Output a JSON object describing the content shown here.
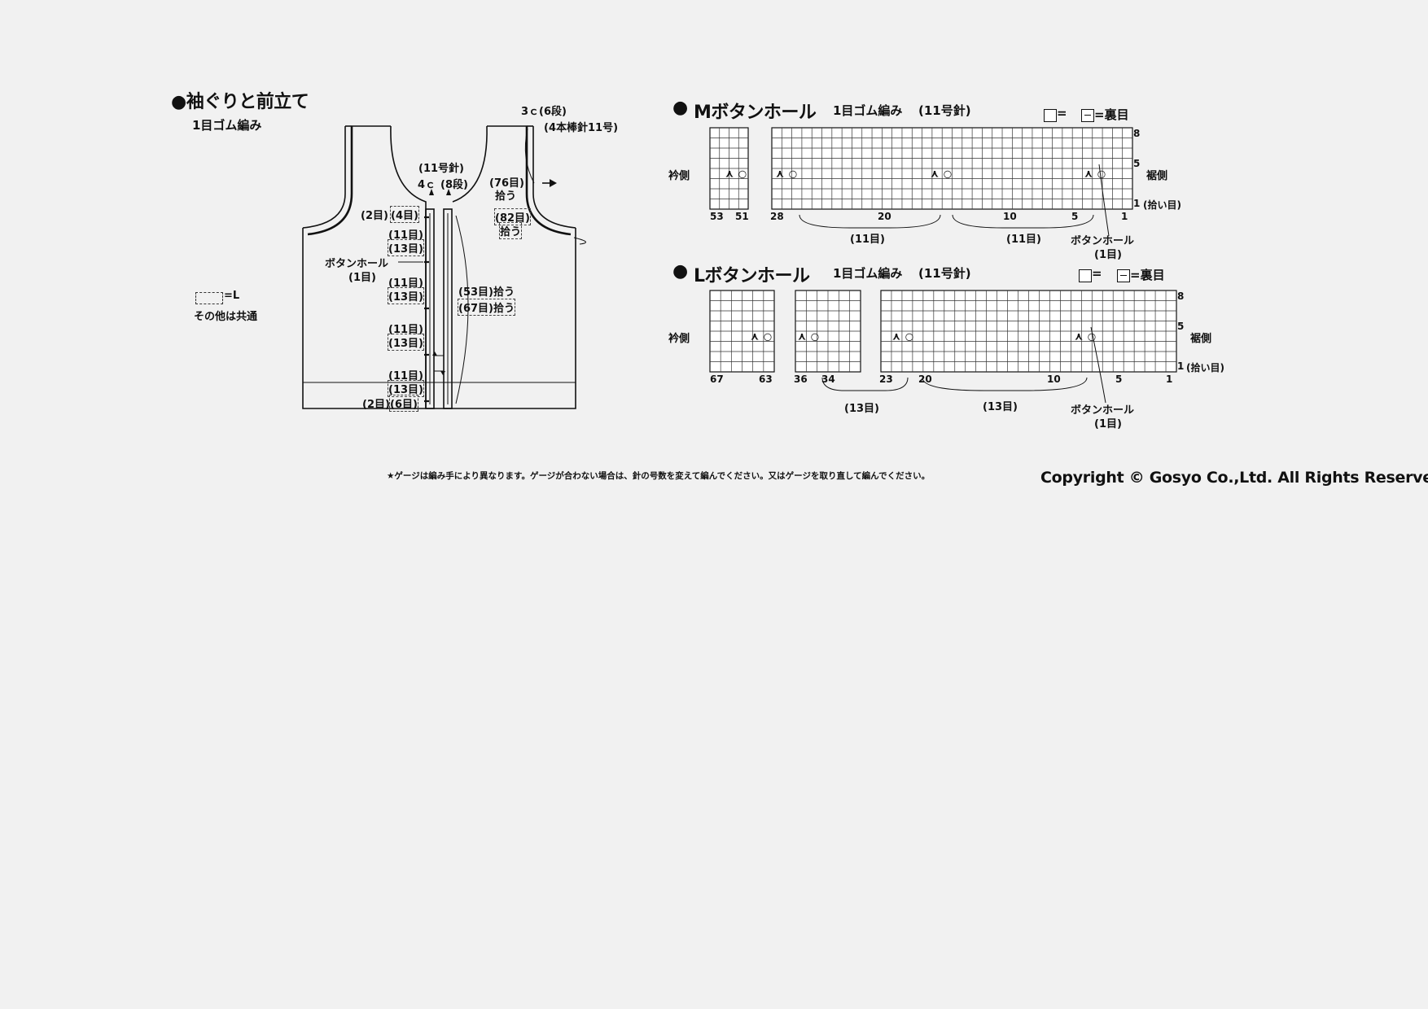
{
  "left": {
    "title": "●袖ぐりと前立て",
    "subtitle": "1目ゴム編み",
    "legend_box": "=L",
    "legend_common": "その他は共通",
    "top_right": {
      "line1": "3ｃ(6段)",
      "line2": "(4本棒針11号)"
    },
    "needle": {
      "line1": "(11号針)",
      "line2a": "4ｃ",
      "line2b": "(8段)"
    },
    "arm_m": {
      "line1": "(76目)",
      "line2": "拾う"
    },
    "arm_l": {
      "line1": "(82目)",
      "line2": "拾う"
    },
    "front_m": "(53目)拾う",
    "front_l": "(67目)拾う",
    "buttonhole": {
      "line1": "ボタンホール",
      "line2": "(1目)"
    },
    "spacing": [
      {
        "m": "(2目)",
        "l": "(4目)"
      },
      {
        "m": "(11目)",
        "l": "(13目)"
      },
      {
        "m": "(11目)",
        "l": "(13目)"
      },
      {
        "m": "(11目)",
        "l": "(13目)"
      },
      {
        "m": "(11目)",
        "l": "(13目)"
      },
      {
        "m": "(2目)",
        "l": "(6目)"
      }
    ]
  },
  "chart_m": {
    "title_mark": "●",
    "title": "Mボタンホール",
    "stitch": "1目ゴム編み",
    "needle": "(11号針)",
    "legend_eq": "=",
    "legend_purl": "=裏目",
    "left_label": "衿側",
    "right_label": "裾側",
    "row_labels": [
      "8",
      "5",
      "1"
    ],
    "pickup": "(拾い目)",
    "col_labels": [
      "53",
      "51",
      "28",
      "20",
      "10",
      "5",
      "1"
    ],
    "gaps": [
      "(11目)",
      "(11目)"
    ],
    "buttonhole": {
      "line1": "ボタンホール",
      "line2": "(1目)"
    },
    "symbols": {
      "dec": "⋏",
      "yo": "○"
    }
  },
  "chart_l": {
    "title_mark": "●",
    "title": "Lボタンホール",
    "stitch": "1目ゴム編み",
    "needle": "(11号針)",
    "legend_eq": "=",
    "legend_purl": "=裏目",
    "left_label": "衿側",
    "right_label": "裾側",
    "row_labels": [
      "8",
      "5",
      "1"
    ],
    "pickup": "(拾い目)",
    "col_labels": [
      "67",
      "63",
      "36",
      "34",
      "23",
      "20",
      "10",
      "5",
      "1"
    ],
    "gaps": [
      "(13目)",
      "(13目)"
    ],
    "buttonhole": {
      "line1": "ボタンホール",
      "line2": "(1目)"
    },
    "symbols": {
      "dec": "⋏",
      "yo": "○"
    }
  },
  "footer": {
    "note": "★ゲージは編み手により異なります。ゲージが合わない場合は、針の号数を変えて編んでください。又はゲージを取り直して編んでください。",
    "copyright": "Copyright © Gosyo Co.,Ltd. All Rights Reserved."
  }
}
